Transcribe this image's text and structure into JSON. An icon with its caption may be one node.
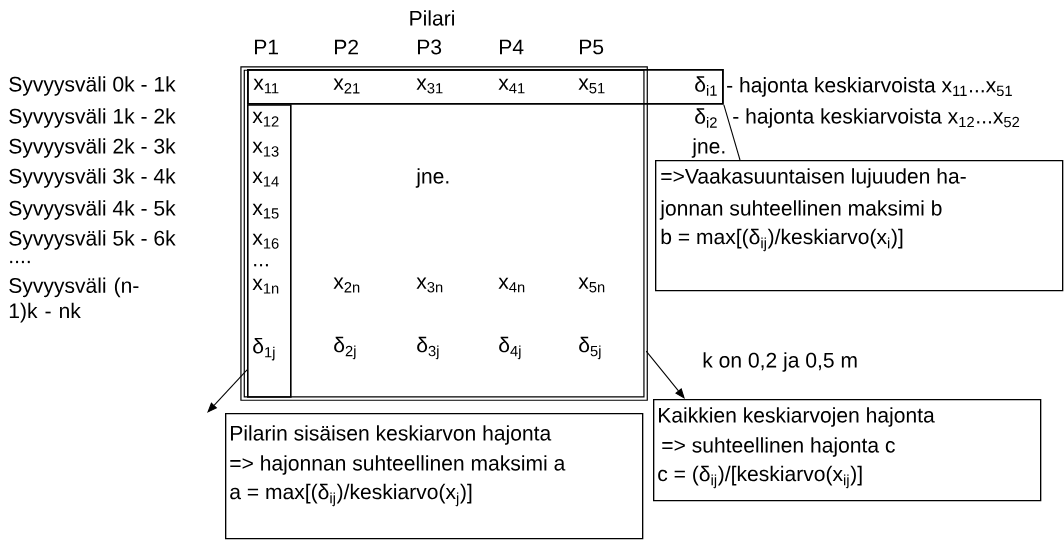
{
  "diagram": {
    "nodes": [
      {
        "text": [
          "jne.",
          "x$_{2n}$",
          "x$_{3n}$",
          "x$_{4n}$",
          "x$_{5n}$",
          "δ$_{2j}$",
          "δ$_{3j}$",
          "δ$_{4j}$",
          "δ$_{5j}$"
        ]
      },
      {
        "text": [
          "x$_{11}$",
          "x$_{21}$",
          "x$_{31}$",
          "x$_{41}$",
          "x$_{51}$",
          "δ$_{i1}$"
        ],
        "beside": [
          "- hajonta keskiarvoista x$_{11}$...x$_{51}$"
        ]
      },
      {
        "text": [
          "x$_{12}$",
          "x$_{13}$",
          "x$_{14}$",
          "x$_{15}$",
          "x$_{16}$",
          "...",
          "x$_{1n}$",
          "δ$_{1j}$"
        ],
        "in": 0
      },
      {
        "text": [
          "=>Vaakasuuntaisen lujuuden ha-",
          "jonnan suhteellinen maksimi b",
          "b = max[(δ$_{ij}$)/keskiarvo(x$_{i}$)]"
        ]
      },
      {
        "text": [
          "Pilarin sisäisen keskiarvon hajonta",
          "=> hajonnan suhteellinen maksimi a",
          "a = max[(δ$_{ij}$)/keskiarvo(x$_{j}$)]"
        ]
      },
      {
        "text": [
          "Kaikkien keskiarvojen hajonta",
          "=> suhteellinen hajonta c",
          "c = (δ$_{ij}$)/[keskiarvo(x$_{ij}$)]"
        ]
      }
    ],
    "edges": [
      {
        "from": 1,
        "to": 3,
        "arrow": "none"
      },
      {
        "from": 2,
        "to": 4,
        "arrow": "to"
      },
      {
        "from": 0,
        "to": 5,
        "arrow": "to"
      }
    ],
    "labels": [
      "Pilari",
      "P1",
      "P2",
      "P3",
      "P4",
      "P5",
      "Syvyysväli 0k - 1k",
      "Syvyysväli 1k - 2k",
      "Syvyysväli 2k - 3k",
      "Syvyysväli 3k - 4k",
      "Syvyysväli 4k - 5k",
      "Syvyysväli 5k - 6k",
      "....",
      "Syvyysväli (n-1)k - nk",
      "δ$_{i2}$",
      "- hajonta keskiarvoista x$_{12}$...x$_{52}$",
      "jne.",
      "k on 0,2 ja 0,5 m"
    ]
  }
}
